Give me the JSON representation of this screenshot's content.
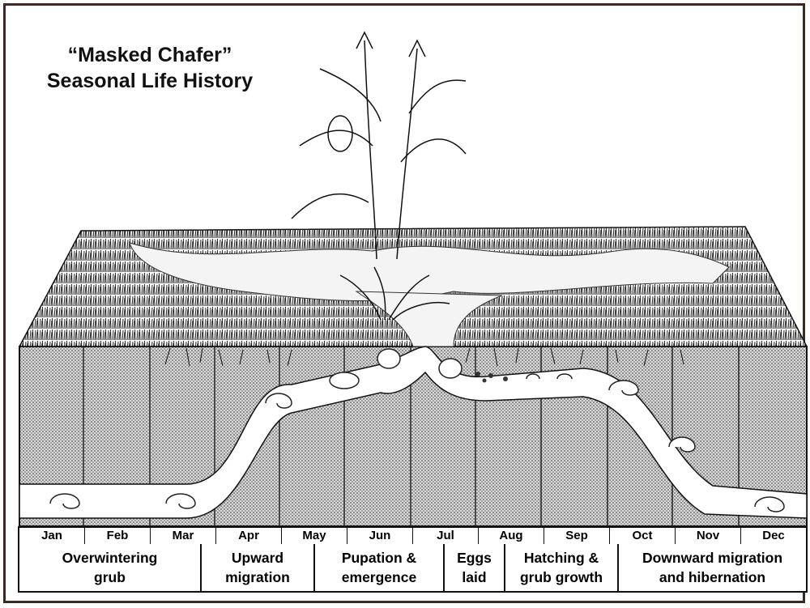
{
  "title": {
    "line1": "“Masked Chafer”",
    "line2": "Seasonal Life History"
  },
  "months": [
    "Jan",
    "Feb",
    "Mar",
    "Apr",
    "May",
    "Jun",
    "Jul",
    "Aug",
    "Sep",
    "Oct",
    "Nov",
    "Dec"
  ],
  "stages": [
    {
      "line1": "Overwintering",
      "line2": "grub"
    },
    {
      "line1": "Upward",
      "line2": "migration"
    },
    {
      "line1": "Pupation &",
      "line2": "emergence"
    },
    {
      "line1": "Eggs",
      "line2": "laid"
    },
    {
      "line1": "Hatching &",
      "line2": "grub growth"
    },
    {
      "line1": "Downward migration",
      "line2": "and hibernation"
    }
  ],
  "colors": {
    "frame": "#3a2a22",
    "soil": "#bdbdbd",
    "ink": "#111111"
  }
}
